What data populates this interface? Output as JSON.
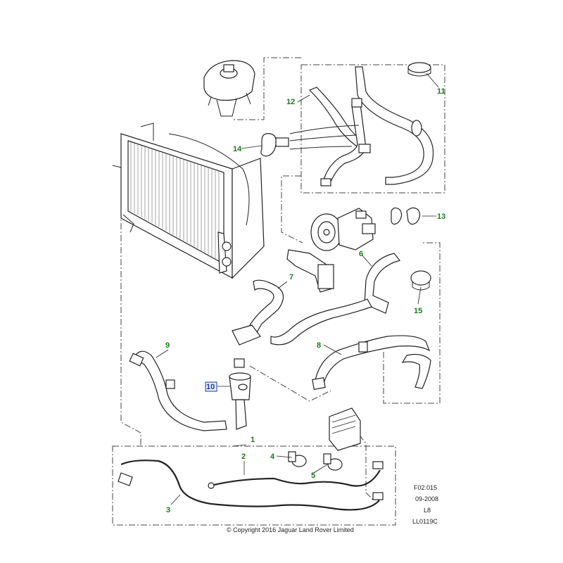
{
  "diagram": {
    "callouts": [
      {
        "id": "c1",
        "label": "1"
      },
      {
        "id": "c2",
        "label": "2"
      },
      {
        "id": "c3",
        "label": "3"
      },
      {
        "id": "c4",
        "label": "4"
      },
      {
        "id": "c5",
        "label": "5"
      },
      {
        "id": "c6",
        "label": "6"
      },
      {
        "id": "c7",
        "label": "7"
      },
      {
        "id": "c8",
        "label": "8"
      },
      {
        "id": "c9",
        "label": "9"
      },
      {
        "id": "c10",
        "label": "10"
      },
      {
        "id": "c11",
        "label": "11"
      },
      {
        "id": "c12",
        "label": "12"
      },
      {
        "id": "c13",
        "label": "13"
      },
      {
        "id": "c14",
        "label": "14"
      },
      {
        "id": "c15",
        "label": "15"
      }
    ],
    "callout_color": "#1a7a1a",
    "selected_callout_color": "#1a3aa0",
    "selected_callout": "10"
  },
  "reference": {
    "figure_code": "F02.015",
    "date": "09-2008",
    "level": "L8",
    "drawing_id": "LL0119C"
  },
  "copyright": "© Copyright 2016 Jaguar Land Rover Limited"
}
